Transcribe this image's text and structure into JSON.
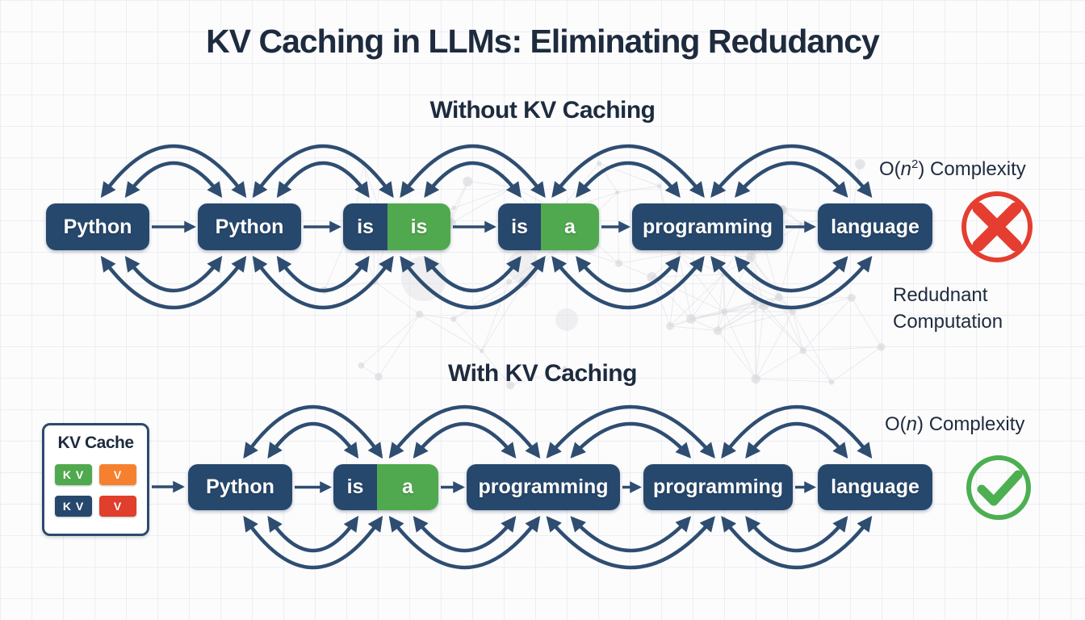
{
  "title": "KV Caching in LLMs: Eliminating Redudancy",
  "colors": {
    "navy": "#27486d",
    "green": "#50a94e",
    "orange": "#f5812e",
    "red": "#df3f2c",
    "ink": "#1e2b3e",
    "arrow": "#2e4d71",
    "cross_red": "#e53e30",
    "check_green": "#4caf50"
  },
  "sections": {
    "without": {
      "heading": "Without KV Caching",
      "tokens": [
        {
          "parts": [
            {
              "label": "Python",
              "color": "navy"
            }
          ]
        },
        {
          "parts": [
            {
              "label": "Python",
              "color": "navy"
            }
          ]
        },
        {
          "parts": [
            {
              "label": "is",
              "color": "navy"
            },
            {
              "label": "is",
              "color": "green"
            }
          ]
        },
        {
          "parts": [
            {
              "label": "is",
              "color": "navy"
            },
            {
              "label": "a",
              "color": "green"
            }
          ]
        },
        {
          "parts": [
            {
              "label": "programming",
              "color": "navy"
            }
          ]
        },
        {
          "parts": [
            {
              "label": "language",
              "color": "navy"
            }
          ]
        }
      ],
      "complexity": {
        "prefix": "O(",
        "variable": "n",
        "superscript": "2",
        "suffix": ") Complexity"
      },
      "status": "cross",
      "note_line1": "Redudnant",
      "note_line2": "Computation"
    },
    "with": {
      "heading": "With KV Caching",
      "tokens": [
        {
          "parts": [
            {
              "label": "Python",
              "color": "navy"
            }
          ]
        },
        {
          "parts": [
            {
              "label": "is",
              "color": "navy"
            },
            {
              "label": "a",
              "color": "green"
            }
          ]
        },
        {
          "parts": [
            {
              "label": "programming",
              "color": "navy"
            }
          ]
        },
        {
          "parts": [
            {
              "label": "programming",
              "color": "navy"
            }
          ]
        },
        {
          "parts": [
            {
              "label": "language",
              "color": "navy"
            }
          ]
        }
      ],
      "complexity": {
        "prefix": "O(",
        "variable": "n",
        "superscript": "",
        "suffix": ") Complexity"
      },
      "status": "check"
    }
  },
  "kv_cache": {
    "title": "KV Cache",
    "chips": [
      {
        "label": "K V",
        "color": "green"
      },
      {
        "label": "V",
        "color": "orange"
      },
      {
        "label": "K V",
        "color": "navy"
      },
      {
        "label": "V",
        "color": "red"
      }
    ]
  }
}
